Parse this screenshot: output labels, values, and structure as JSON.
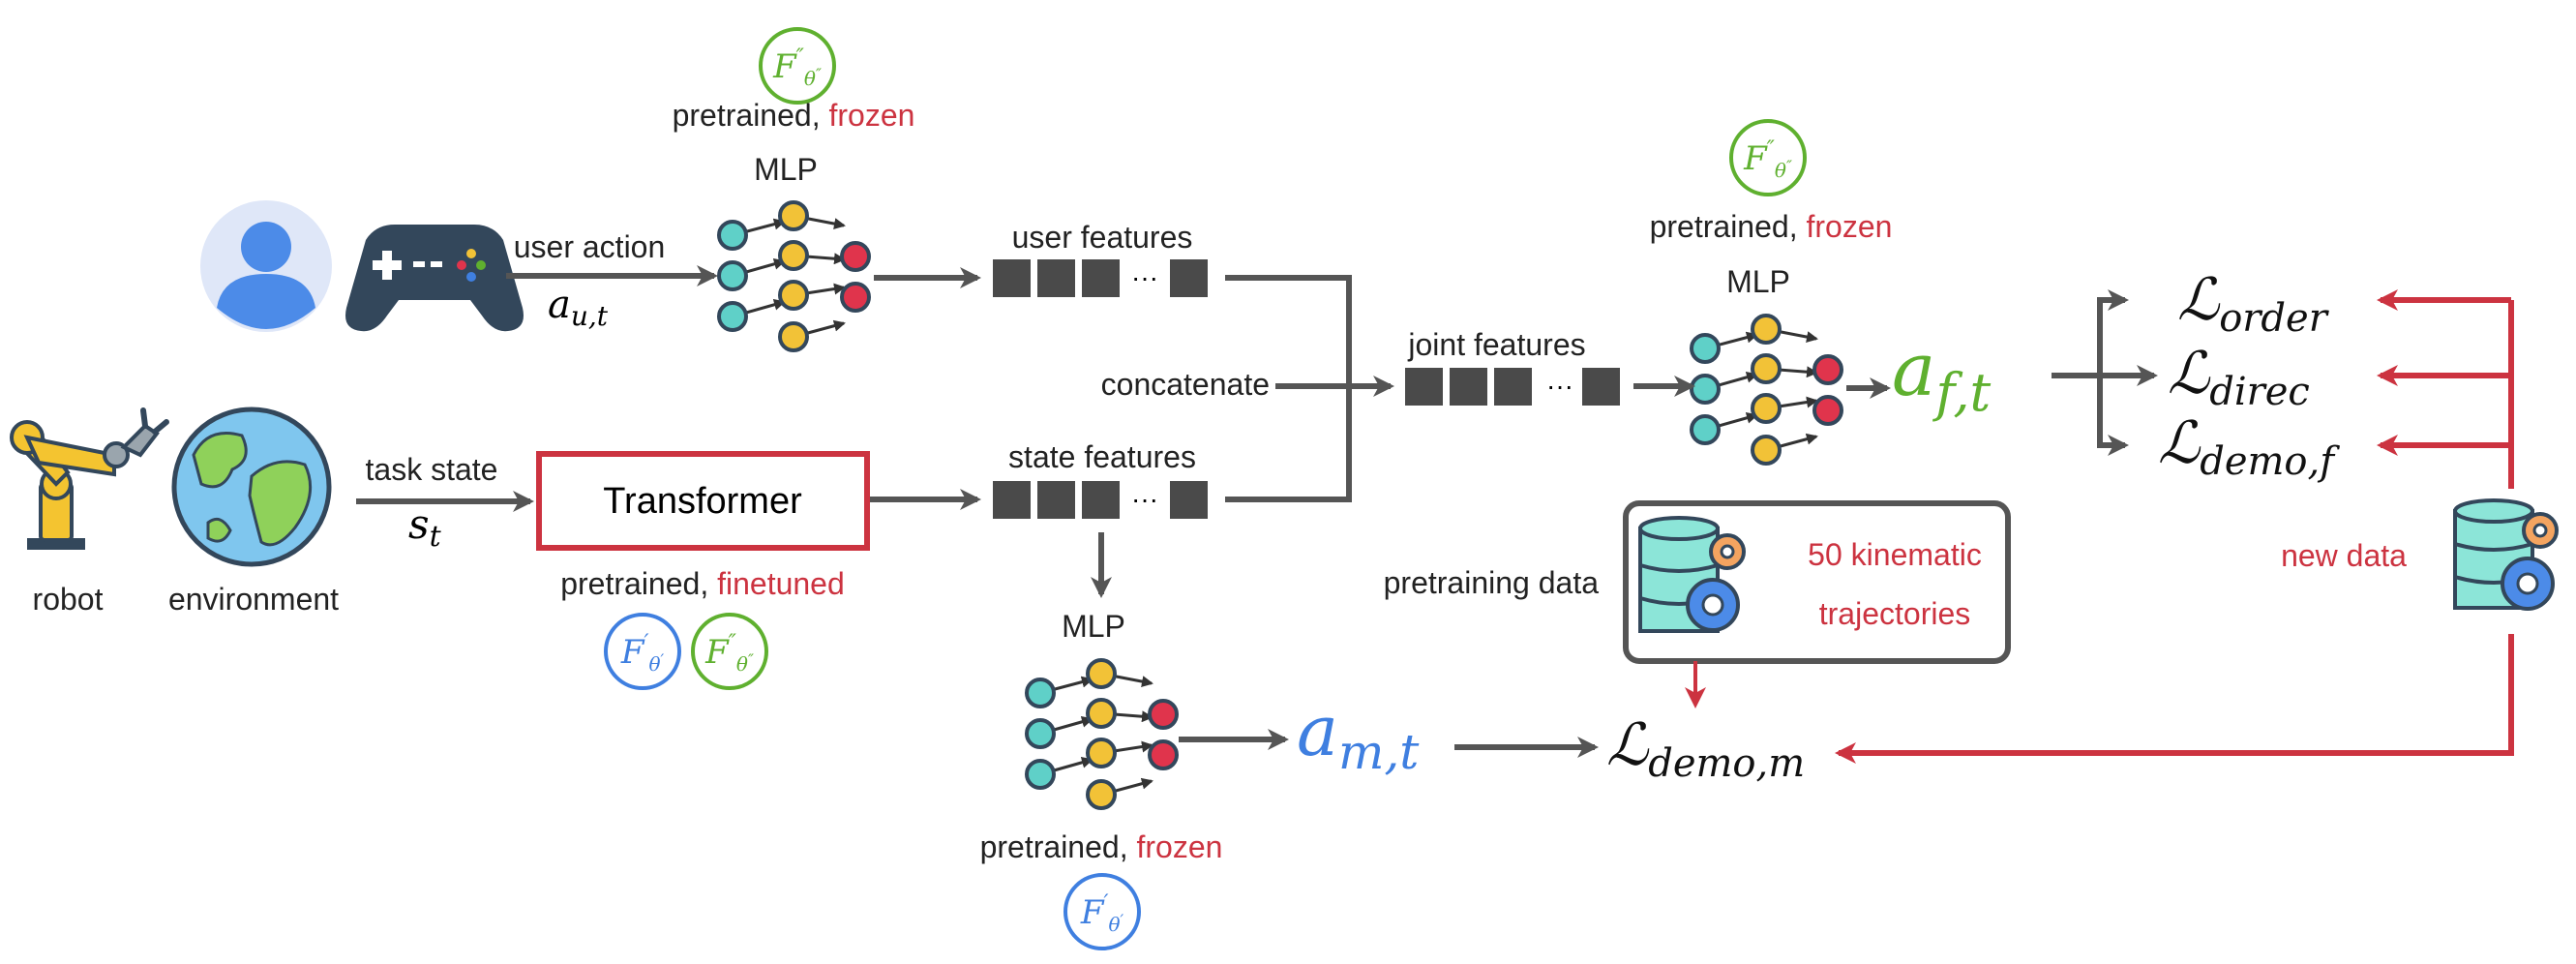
{
  "colors": {
    "green": "#5fb02f",
    "blue": "#3f7fe0",
    "red": "#cc3340",
    "arrow": "#555555",
    "feature_block": "#4a4a4a",
    "teal": "#5fd0c8",
    "yellow": "#f2c237",
    "node_red": "#e0344c",
    "gamepad": "#33475b"
  },
  "labels": {
    "robot": "robot",
    "environment": "environment",
    "user_action": "user action",
    "user_action_sym": "a",
    "user_action_sub": "u,t",
    "task_state": "task state",
    "task_state_sym": "s",
    "task_state_sub": "t",
    "transformer": "Transformer",
    "mlp": "MLP",
    "user_features": "user features",
    "state_features": "state features",
    "joint_features": "joint features",
    "concatenate": "concatenate",
    "pretrained": "pretrained, ",
    "frozen": "frozen",
    "finetuned": "finetuned",
    "pretraining_data": "pretraining data",
    "kinematic_line1": "50 kinematic",
    "kinematic_line2": "trajectories",
    "new_data": "new data",
    "ellipsis": "···"
  },
  "symbols": {
    "F": "F",
    "theta": "θ",
    "single_prime": "′",
    "double_prime": "″",
    "a_f_sym": "a",
    "a_f_sub": "f,t",
    "a_m_sym": "a",
    "a_m_sub": "m,t"
  },
  "losses": {
    "L": "ℒ",
    "order": "order",
    "direc": "direc",
    "demo_f": "demo,f",
    "demo_m": "demo,m"
  },
  "icons": [
    "user-avatar-icon",
    "gamepad-icon",
    "robot-arm-icon",
    "earth-globe-icon",
    "database-gear-icon"
  ]
}
